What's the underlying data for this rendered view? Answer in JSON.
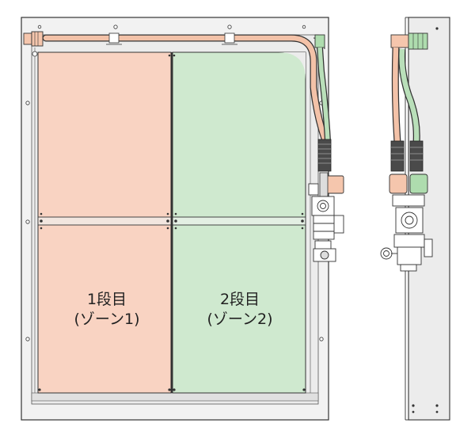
{
  "diagram": {
    "zones": [
      {
        "line1": "1段目",
        "line2": "(ゾーン1)",
        "fill": "#f9d3c2"
      },
      {
        "line1": "2段目",
        "line2": "(ゾーン2)",
        "fill": "#cfe9cf"
      }
    ],
    "colors": {
      "frame": "#f2f2f2",
      "outline": "#333333",
      "pipe_orange": "#f3c2a8",
      "pipe_green": "#b9dfb9",
      "valve_orange": "#f5c6ad",
      "valve_green": "#aedcae",
      "side_panel": "#ececec"
    }
  }
}
